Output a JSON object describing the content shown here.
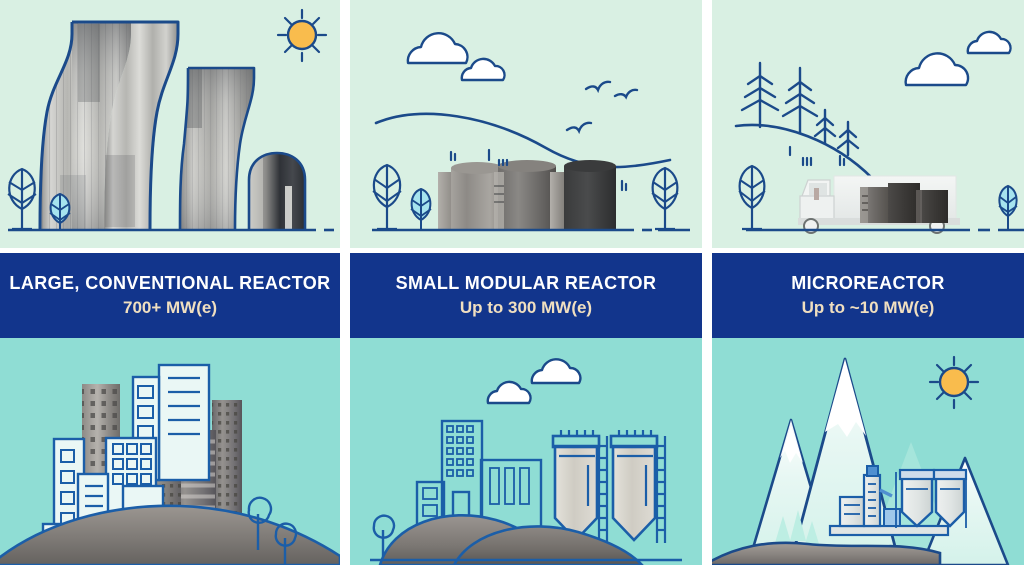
{
  "infographic": {
    "title_alt": "Nuclear reactor size comparison",
    "panel_count": 3,
    "colors": {
      "sky_mint": "#d9f0e3",
      "ground_teal": "#8fddd4",
      "band_navy": "#12358c",
      "line_navy": "#1b4a8a",
      "sub_text_sand": "#f0dfc0",
      "title_text": "#ffffff",
      "sun_fill": "#f9bc4d",
      "concrete_gray": "#9a9a98",
      "concrete_dark": "#3e4247"
    }
  },
  "panels": [
    {
      "id": "large-conventional-reactor",
      "label": {
        "title": "LARGE, CONVENTIONAL REACTOR",
        "subtitle": "700+ MW(e)"
      },
      "top_scene": {
        "name": "two-cooling-towers-scene",
        "elements": [
          "large-cooling-tower",
          "small-cooling-tower",
          "reactor-containment-dome",
          "sun-icon",
          "large-leaf-tree",
          "small-leaf-tree",
          "ground-line"
        ]
      },
      "bottom_scene": {
        "name": "large-city-skyline-scene",
        "elements": [
          "photo-textured-highrise-buildings",
          "outlined-office-buildings",
          "city-hill",
          "round-trees"
        ]
      }
    },
    {
      "id": "small-modular-reactor",
      "label": {
        "title": "SMALL MODULAR REACTOR",
        "subtitle": "Up to 300 MW(e)"
      },
      "top_scene": {
        "name": "modular-containment-cylinders-scene",
        "elements": [
          "cylinder-containment-modules",
          "cloud-large",
          "cloud-small",
          "bird-flock",
          "hill-arc-line",
          "leaf-trees",
          "ground-line"
        ]
      },
      "bottom_scene": {
        "name": "small-town-scene",
        "elements": [
          "outlined-apartment-block",
          "outlined-low-buildings",
          "industrial-silo-left",
          "industrial-silo-right",
          "cloud-pair",
          "rolling-hills",
          "small-tree"
        ]
      }
    },
    {
      "id": "microreactor",
      "label": {
        "title": "MICROREACTOR",
        "subtitle": "Up to ~10 MW(e)"
      },
      "top_scene": {
        "name": "truck-transport-scene",
        "elements": [
          "flatbed-truck",
          "reactor-module-cargo",
          "pine-trees-on-hill",
          "cloud-large",
          "cloud-small",
          "leaf-trees",
          "ground-line"
        ]
      },
      "bottom_scene": {
        "name": "remote-mountain-site-scene",
        "elements": [
          "snow-capped-mountains",
          "sun-icon",
          "small-industrial-plant",
          "pine-tree-cluster",
          "rocky-foreground"
        ]
      }
    }
  ]
}
